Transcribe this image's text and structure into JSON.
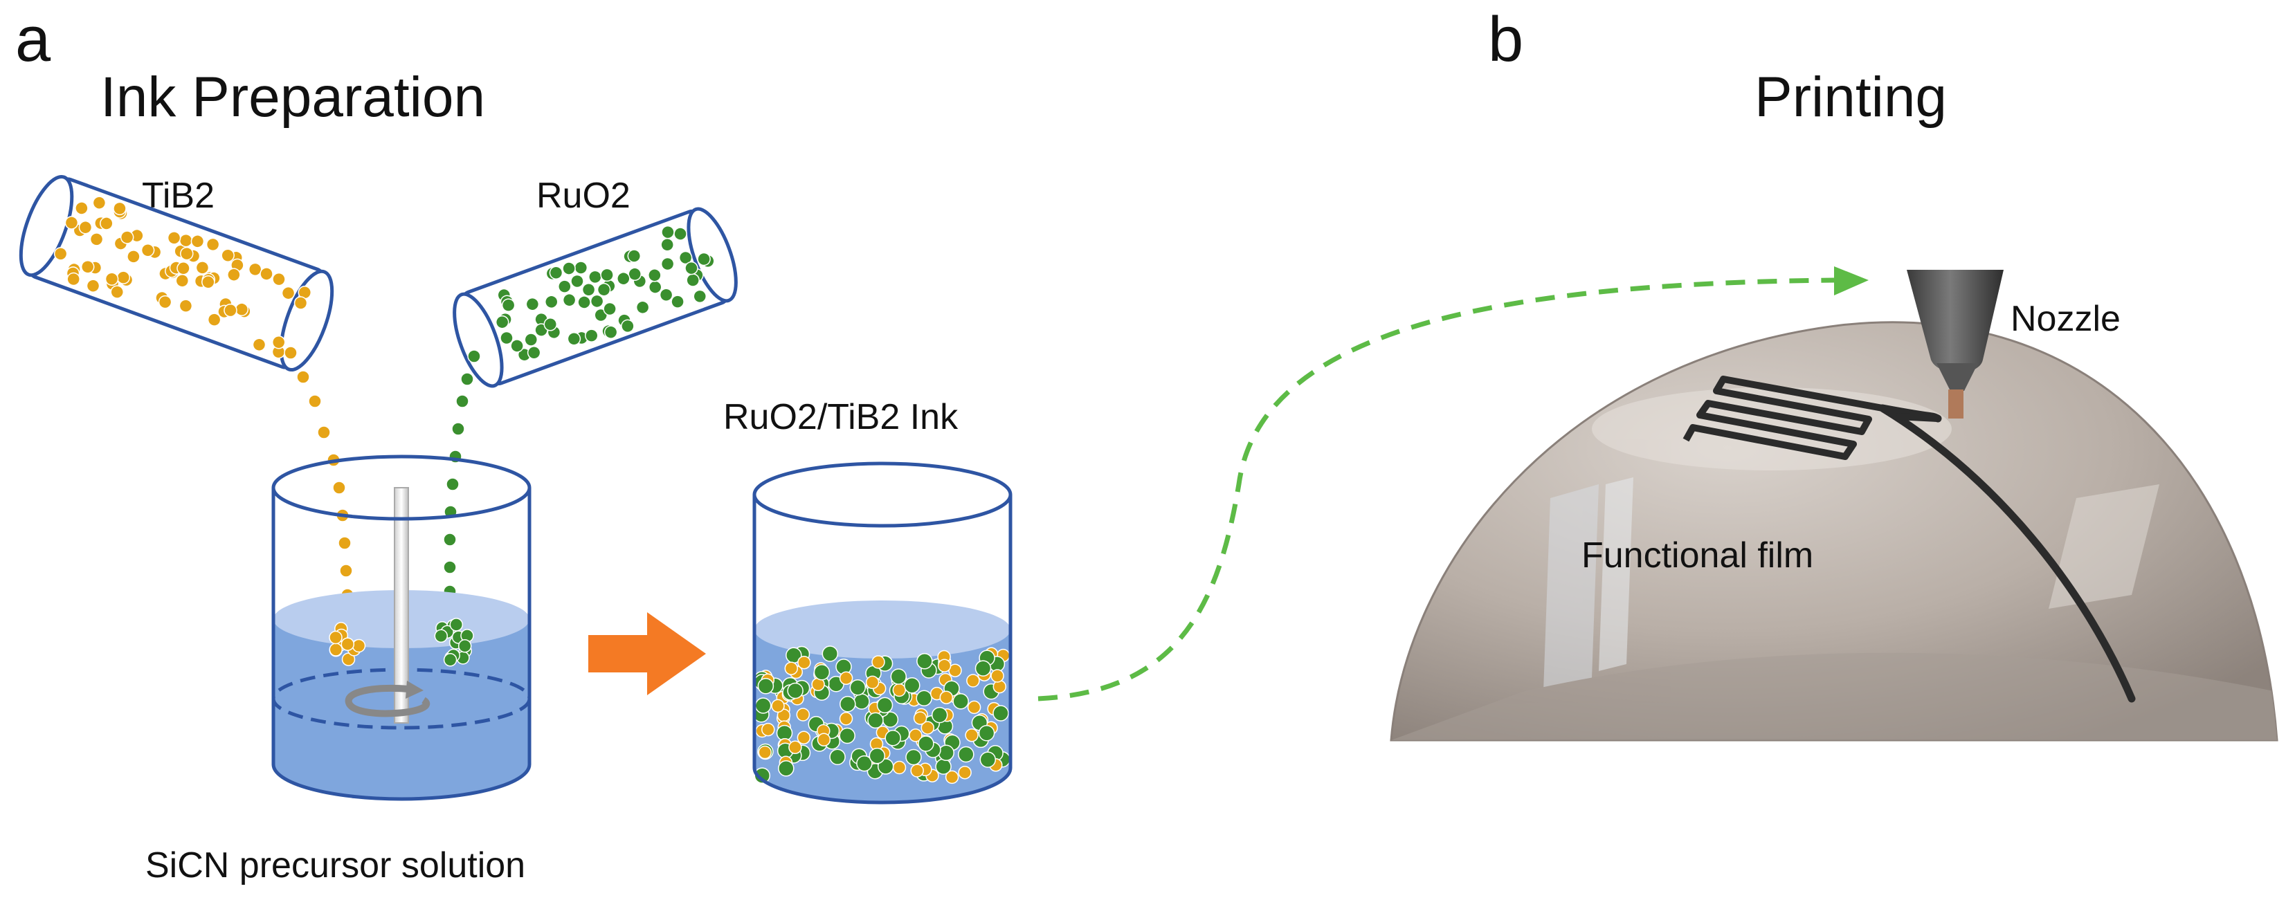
{
  "panel_a": {
    "letter": "a",
    "title": "Ink Preparation",
    "label_tib2": "TiB2",
    "label_ruo2": "RuO2",
    "label_ink": "RuO2/TiB2 Ink",
    "label_precursor": "SiCN precursor solution"
  },
  "panel_b": {
    "letter": "b",
    "title": "Printing",
    "label_nozzle": "Nozzle",
    "label_film": "Functional film"
  },
  "colors": {
    "tib2_particle": "#E6A417",
    "ruo2_particle": "#3A8F2E",
    "outline_blue": "#2E55A3",
    "liquid_blue": "#7FA6DD",
    "liquid_top": "#B9CDEE",
    "arrow_orange": "#F47A24",
    "dash_green": "#5DBB46",
    "dome": "#B8AEA6"
  }
}
